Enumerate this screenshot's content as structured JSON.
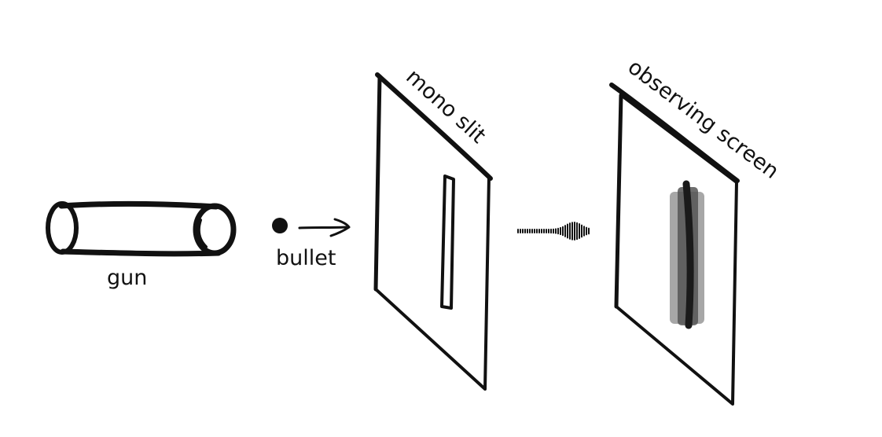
{
  "labels": {
    "gun": "gun",
    "bullet": "bullet",
    "mono_slit": "mono slit",
    "observing_screen": "observing screen"
  },
  "colors": {
    "ink": "#111111",
    "background": "#ffffff",
    "pattern_light": "#8a8a8a",
    "pattern_mid": "#555555",
    "pattern_dark": "#1a1a1a"
  }
}
